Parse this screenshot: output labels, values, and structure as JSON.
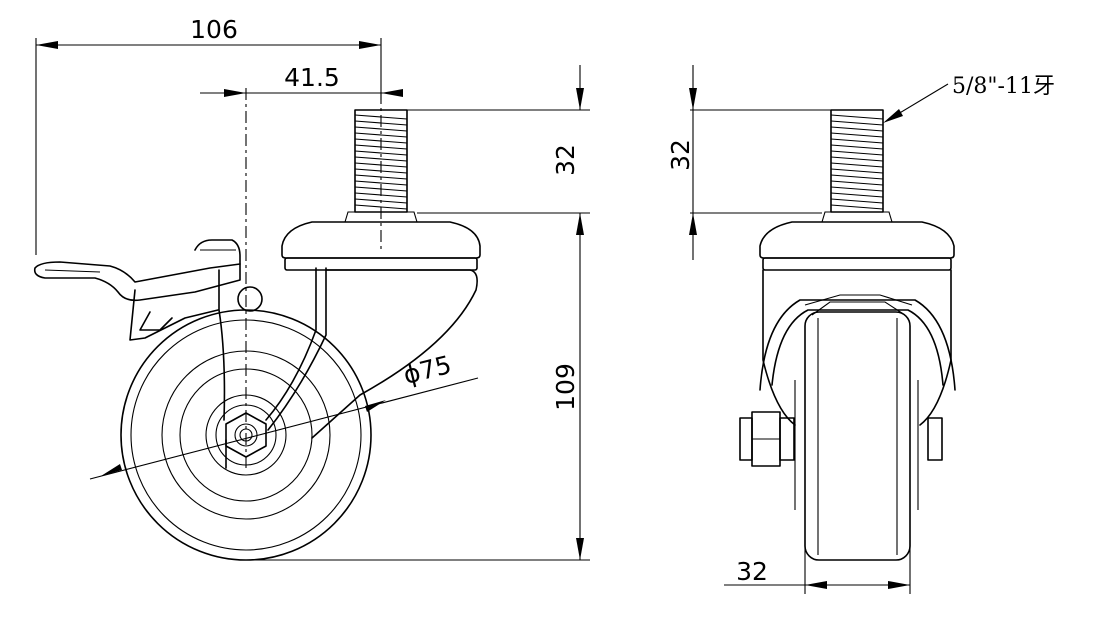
{
  "dimensions": {
    "overall_width": "106",
    "stem_offset": "41.5",
    "stem_length_side": "32",
    "height": "109",
    "wheel_diameter": "ϕ75",
    "stem_length_front": "32",
    "thread_spec": "5/8\"-11牙",
    "wheel_width": "32"
  }
}
